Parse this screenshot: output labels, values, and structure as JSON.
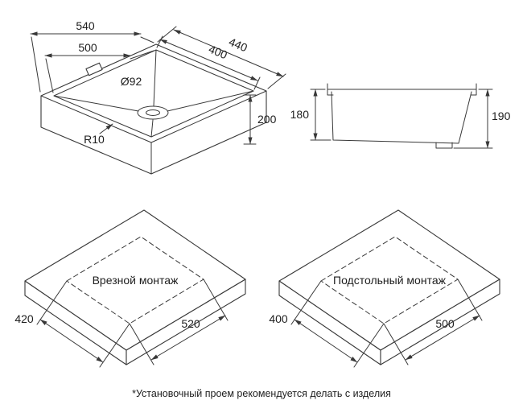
{
  "iso": {
    "outer_width": "540",
    "inner_width": "500",
    "outer_depth": "440",
    "inner_depth": "400",
    "drain_diameter": "Ø92",
    "height": "200",
    "corner_radius": "R10"
  },
  "side": {
    "inner_height": "180",
    "outer_height": "190"
  },
  "dropin": {
    "title": "Врезной монтаж",
    "cutout_depth": "420",
    "cutout_width": "520"
  },
  "under": {
    "title": "Подстольный монтаж",
    "cutout_depth": "400",
    "cutout_width": "500"
  },
  "footnote": "*Установочный проем рекомендуется делать с изделия",
  "colors": {
    "line": "#383838",
    "text": "#1e1e1e",
    "background": "#ffffff"
  }
}
